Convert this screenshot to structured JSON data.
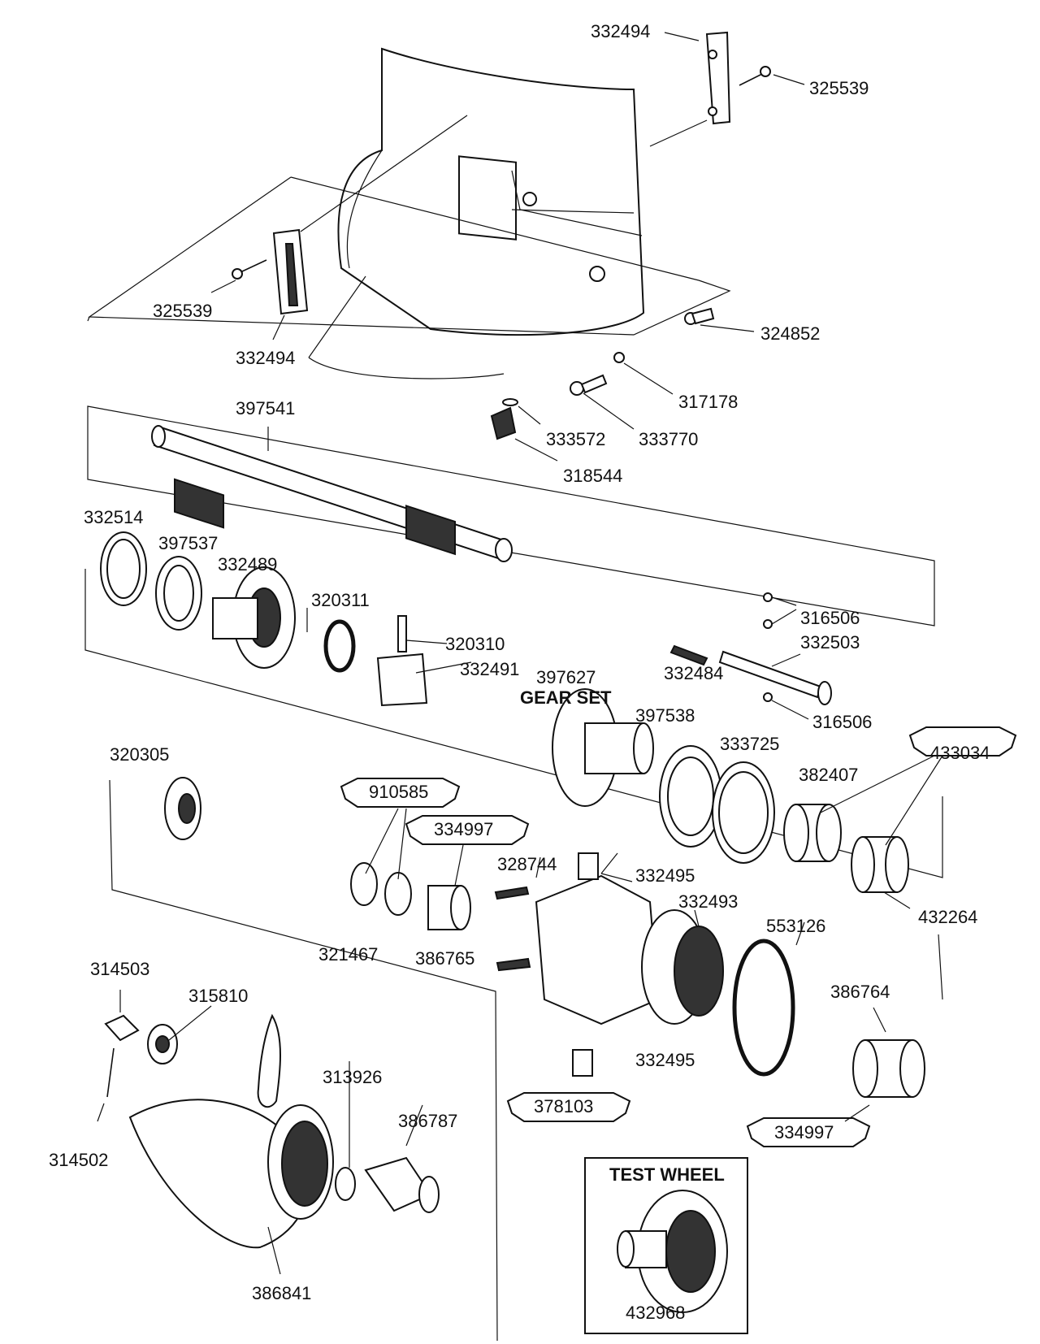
{
  "parts": {
    "p332494_top": "332494",
    "p325539_right": "325539",
    "p325539_left": "325539",
    "p332494_left": "332494",
    "p324852": "324852",
    "p317178": "317178",
    "p333572": "333572",
    "p333770": "333770",
    "p318544": "318544",
    "p397541": "397541",
    "p332514": "332514",
    "p397537": "397537",
    "p332489": "332489",
    "p320311": "320311",
    "p320310": "320310",
    "p332491": "332491",
    "p397627": "397627",
    "gear_set": "GEAR SET",
    "p316506_top": "316506",
    "p332503": "332503",
    "p332484": "332484",
    "p316506_bottom": "316506",
    "p397538": "397538",
    "p333725": "333725",
    "p382407": "382407",
    "p433034": "433034",
    "p320305": "320305",
    "p910585": "910585",
    "p334997_mid": "334997",
    "p328744": "328744",
    "p332495_top": "332495",
    "p332493": "332493",
    "p553126": "553126",
    "p432264": "432264",
    "p321467": "321467",
    "p386765": "386765",
    "p386764": "386764",
    "p314503": "314503",
    "p315810": "315810",
    "p313926": "313926",
    "p386787": "386787",
    "p332495_bottom": "332495",
    "p378103": "378103",
    "p334997_bottom": "334997",
    "p314502": "314502",
    "p386841": "386841",
    "test_wheel_title": "TEST WHEEL",
    "p432968": "432968"
  }
}
